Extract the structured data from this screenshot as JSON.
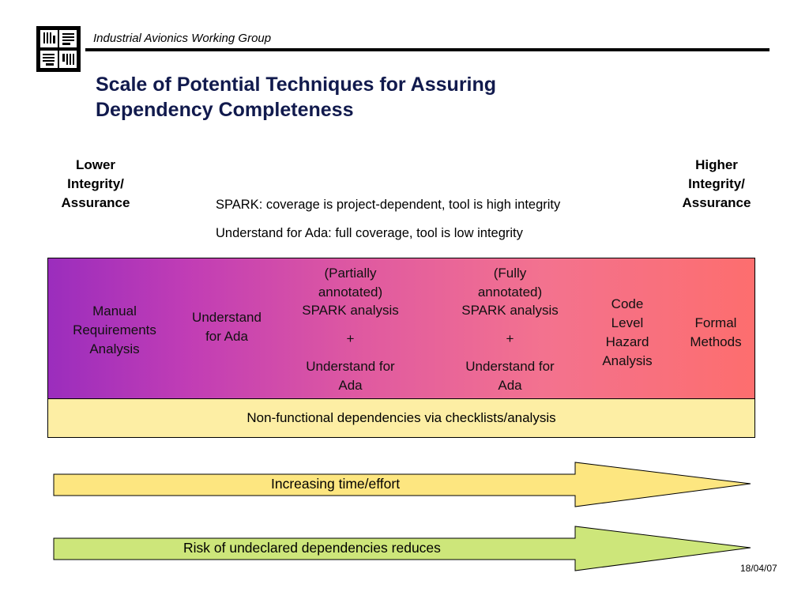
{
  "header": {
    "org_name": "Industrial Avionics Working Group",
    "title_line1": "Scale of Potential Techniques for Assuring",
    "title_line2": "Dependency Completeness"
  },
  "scale": {
    "left_label": [
      "Lower",
      "Integrity/",
      "Assurance"
    ],
    "right_label": [
      "Higher",
      "Integrity/",
      "Assurance"
    ]
  },
  "notes": [
    "SPARK: coverage is project-dependent, tool is high integrity",
    "Understand for Ada: full coverage, tool is low integrity"
  ],
  "techniques": [
    {
      "lines": [
        "Manual",
        "Requirements",
        "Analysis"
      ]
    },
    {
      "lines": [
        "Understand",
        "for Ada"
      ]
    },
    {
      "lines": [
        "(Partially",
        "annotated)",
        "SPARK analysis",
        "",
        "+",
        "",
        "Understand for",
        "Ada"
      ]
    },
    {
      "lines": [
        "(Fully",
        "annotated)",
        "SPARK analysis",
        "",
        "+",
        "",
        "Understand for",
        "Ada"
      ]
    },
    {
      "lines": [
        "Code",
        "Level",
        "Hazard",
        "Analysis"
      ]
    },
    {
      "lines": [
        "Formal",
        "Methods"
      ]
    }
  ],
  "non_functional": "Non-functional dependencies via checklists/analysis",
  "arrows": [
    {
      "label": "Increasing time/effort",
      "color": "#fde680"
    },
    {
      "label": "Risk of undeclared dependencies reduces",
      "color": "#cde67a"
    }
  ],
  "footer": {
    "date": "18/04/07"
  },
  "colors": {
    "title": "#111a4d",
    "band_start": "#9b2dbd",
    "band_end": "#fd6e6e",
    "non_functional_bg": "#fdeea4"
  }
}
